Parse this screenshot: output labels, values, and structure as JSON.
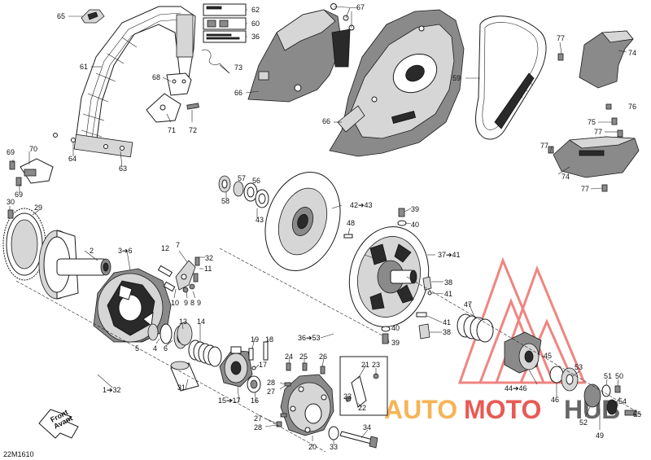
{
  "diagram": {
    "code": "22M1610",
    "front_label_1": "Front",
    "front_label_2": "Avant"
  },
  "watermark": {
    "text_part1": "AUTO",
    "text_part2": "MOTO",
    "text_part3": "HUB",
    "color_red": "#e2221a",
    "color_orange": "#f29b1d",
    "color_dark": "#333333"
  },
  "callouts": {
    "c65": "65",
    "c62": "62",
    "c60": "60",
    "c36": "36",
    "c61": "61",
    "c73": "73",
    "c68": "68",
    "c71": "71",
    "c72": "72",
    "c67": "67",
    "c66a": "66",
    "c66b": "66",
    "c59": "59",
    "c77a": "77",
    "c74a": "74",
    "c76": "76",
    "c75": "75",
    "c77b": "77",
    "c74b": "74",
    "c77c": "77",
    "c77d": "77",
    "c69a": "69",
    "c70": "70",
    "c69b": "69",
    "c64": "64",
    "c63": "63",
    "c30": "30",
    "c29": "29",
    "c57": "57",
    "c56": "56",
    "c58": "58",
    "c43": "43",
    "c4243": "42➔43",
    "c39a": "39",
    "c40a": "40",
    "c48": "48",
    "c2": "2",
    "c36range": "3➔6",
    "c12": "12",
    "c7": "7",
    "c32": "32",
    "c11": "11",
    "c10": "10",
    "c9a": "9",
    "c8": "8",
    "c9b": "9",
    "c3741": "37➔41",
    "c38a": "38",
    "c41a": "41",
    "c47": "47",
    "c5": "5",
    "c4": "4",
    "c6": "6",
    "c13": "13",
    "c14": "14",
    "c19": "19",
    "c18": "18",
    "c3653": "36➔53",
    "c41b": "41",
    "c38b": "38",
    "c40b": "40",
    "c39b": "39",
    "c45": "45",
    "c17": "17",
    "c24": "24",
    "c25": "25",
    "c26": "26",
    "c21": "21",
    "c23a": "23",
    "c4446": "44➔46",
    "c53": "53",
    "c31": "31",
    "c1532": "1➔32",
    "c1517": "15➔17",
    "c16": "16",
    "c28a": "28",
    "c27a": "27",
    "c23b": "23",
    "c22": "22",
    "c51": "51",
    "c50": "50",
    "c46": "46",
    "c54": "54",
    "c27b": "27",
    "c28b": "28",
    "c34": "34",
    "c52": "52",
    "c55": "55",
    "c49": "49",
    "c20": "20",
    "c33": "33"
  }
}
